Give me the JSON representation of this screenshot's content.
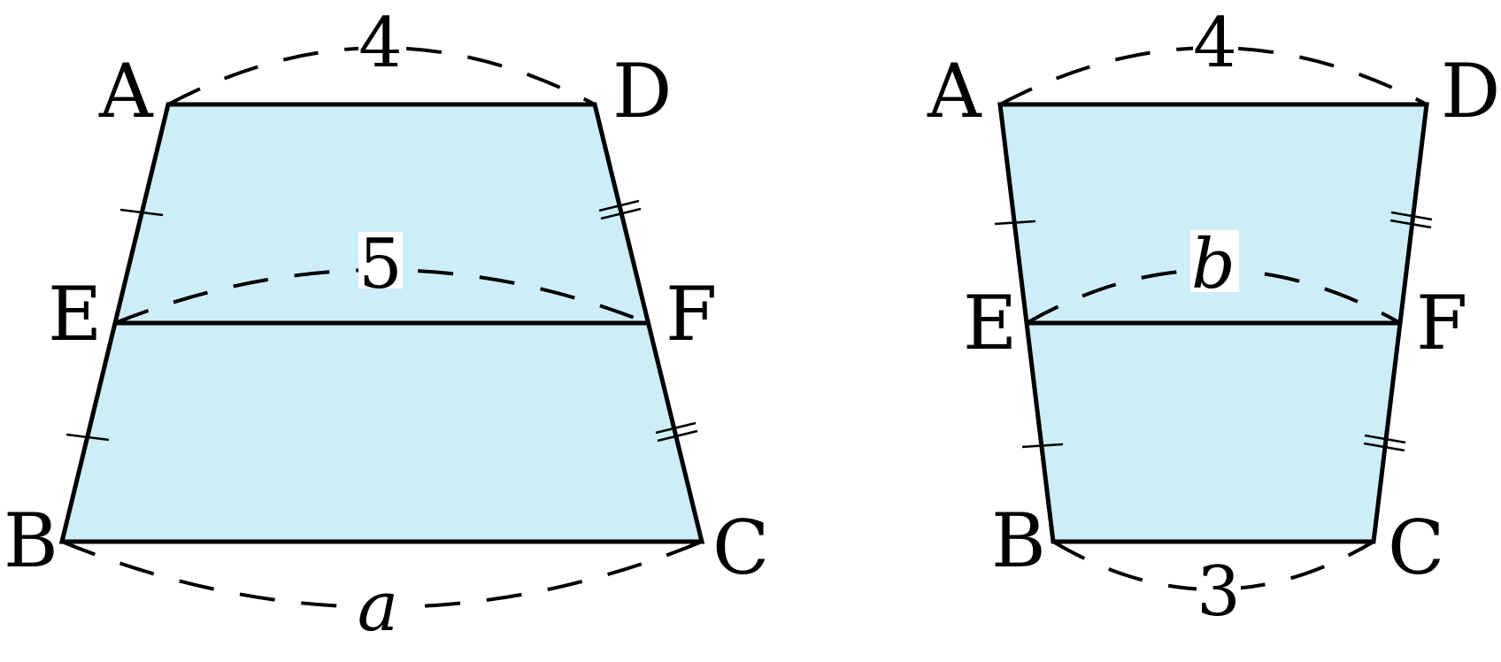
{
  "figures": [
    {
      "vertices": {
        "A": "A",
        "B": "B",
        "C": "C",
        "D": "D",
        "E": "E",
        "F": "F"
      },
      "top_length": "4",
      "mid_length": "5",
      "bottom_length": "a",
      "fill_color": "#cdeef8"
    },
    {
      "vertices": {
        "A": "A",
        "B": "B",
        "C": "C",
        "D": "D",
        "E": "E",
        "F": "F"
      },
      "top_length": "4",
      "mid_length": "b",
      "bottom_length": "3",
      "fill_color": "#cdeef8"
    }
  ]
}
